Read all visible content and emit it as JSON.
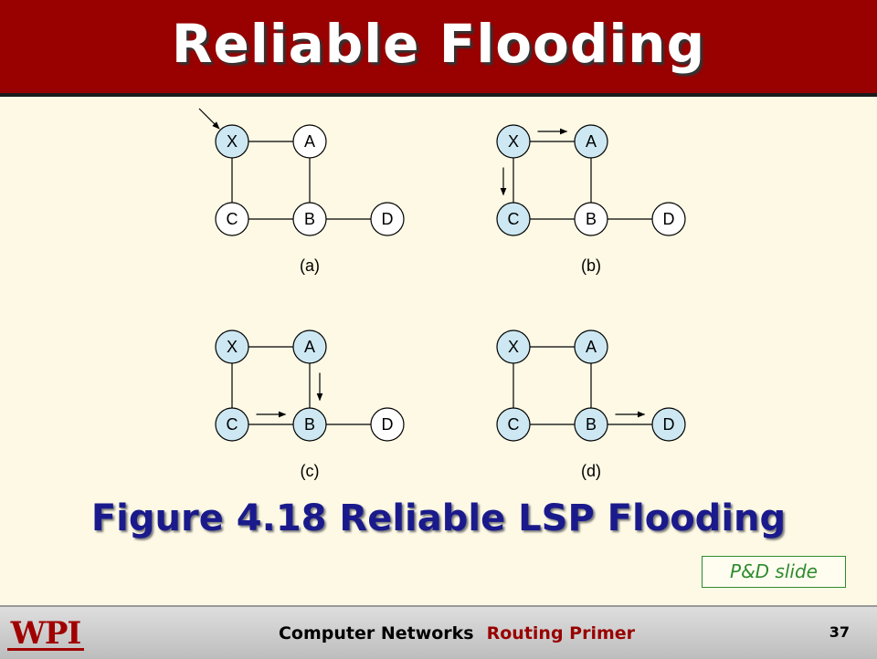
{
  "slide": {
    "title": "Reliable Flooding",
    "caption": "Figure 4.18 Reliable LSP Flooding",
    "source_note": "P&D slide"
  },
  "footer": {
    "logo_text": "WPI",
    "course": "Computer Networks",
    "topic": "Routing Primer",
    "page_number": "37"
  },
  "colors": {
    "header_bg": "#990000",
    "background": "#fdf9e5",
    "node_active": "#cde8f2",
    "node_idle": "#ffffff",
    "caption": "#1a1a8c",
    "source_note": "#2e8b2e"
  },
  "diagram": {
    "nodes": [
      "X",
      "A",
      "C",
      "B",
      "D"
    ],
    "edges": [
      [
        "X",
        "A"
      ],
      [
        "X",
        "C"
      ],
      [
        "A",
        "B"
      ],
      [
        "C",
        "B"
      ],
      [
        "B",
        "D"
      ]
    ],
    "panels": [
      {
        "label": "(a)",
        "active": [
          "X"
        ],
        "arrows": [
          [
            "ext",
            "X"
          ]
        ]
      },
      {
        "label": "(b)",
        "active": [
          "X",
          "A",
          "C"
        ],
        "arrows": [
          [
            "X",
            "A"
          ],
          [
            "X",
            "C"
          ]
        ]
      },
      {
        "label": "(c)",
        "active": [
          "X",
          "A",
          "C",
          "B"
        ],
        "arrows": [
          [
            "C",
            "B"
          ],
          [
            "A",
            "B"
          ]
        ]
      },
      {
        "label": "(d)",
        "active": [
          "X",
          "A",
          "C",
          "B",
          "D"
        ],
        "arrows": [
          [
            "B",
            "D"
          ]
        ]
      }
    ]
  }
}
